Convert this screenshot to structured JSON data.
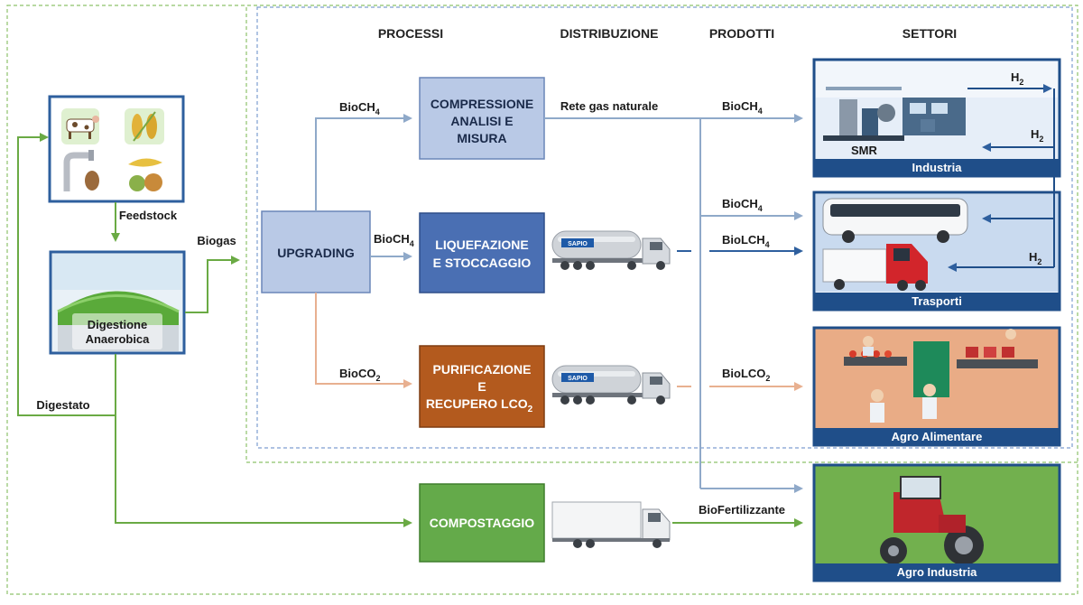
{
  "headers": {
    "processi": "PROCESSI",
    "distribuzione": "DISTRIBUZIONE",
    "prodotti": "PRODOTTI",
    "settori": "SETTORI"
  },
  "left": {
    "feedstock": "Feedstock",
    "biogas": "Biogas",
    "digestione_l1": "Digestione",
    "digestione_l2": "Anaerobica",
    "digestato": "Digestato"
  },
  "process": {
    "upgrading": "UPGRADING",
    "compressione_l1": "COMPRESSIONE",
    "compressione_l2": "ANALISI E",
    "compressione_l3": "MISURA",
    "liquefazione_l1": "LIQUEFAZIONE",
    "liquefazione_l2": "E STOCCAGGIO",
    "purificazione_l1": "PURIFICAZIONE",
    "purificazione_l2": "E",
    "purificazione_l3": "RECUPERO LCO",
    "purificazione_sub": "2",
    "compostaggio": "COMPOSTAGGIO"
  },
  "flows": {
    "bioch4_top": "BioCH",
    "bioch4_mid": "BioCH",
    "bioco2": "BioCO",
    "rete_gas": "Rete gas naturale",
    "prod_bioch4_1": "BioCH",
    "prod_bioch4_2": "BioCH",
    "prod_biolch4": "BioLCH",
    "prod_biolco2": "BioLCO",
    "biofertilizzante": "BioFertilizzante",
    "sub4": "4",
    "sub2": "2"
  },
  "sectors": {
    "industria": "Industria",
    "trasporti": "Trasporti",
    "agro_alimentare": "Agro Alimentare",
    "agro_industria": "Agro Industria",
    "smr": "SMR",
    "h2": "H",
    "h2_sub": "2"
  },
  "truck_brand": "SAPIO",
  "colors": {
    "green_line": "#6aaa44",
    "blue_line": "#2e5f9e",
    "lightblue_line": "#8fa9c9",
    "orange_line": "#e8a27a",
    "box_lightblue": "#b9c9e6",
    "box_blue": "#4a6fb3",
    "box_orange": "#b35a1e",
    "box_green": "#64aa4a",
    "sector_bar": "#1f4e89"
  }
}
